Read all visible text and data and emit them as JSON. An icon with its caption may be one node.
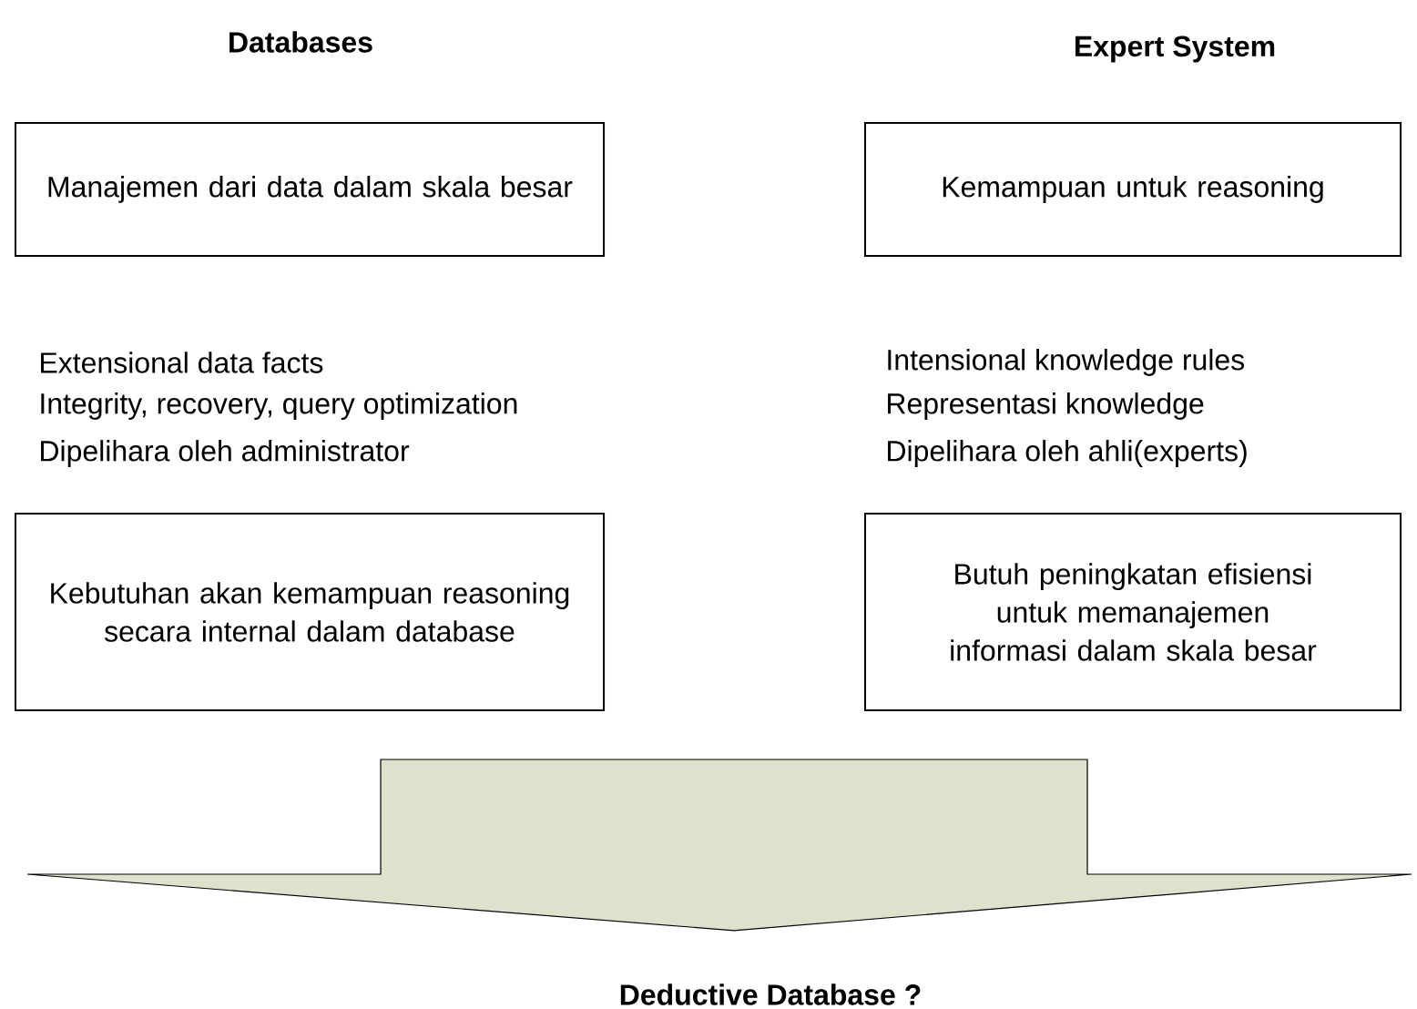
{
  "diagram": {
    "nodes": [
      {
        "text": [
          "Manajemen dari data dalam skala besar"
        ]
      },
      {
        "text": [
          "Kemampuan untuk reasoning"
        ]
      },
      {
        "text": [
          "Kebutuhan akan kemampuan reasoning secara internal dalam database"
        ]
      },
      {
        "text": [
          "Butuh peningkatan efisiensi untuk memanajemen informasi dalam skala besar"
        ]
      },
      {
        "text": [
          "Deductive Database ?"
        ]
      }
    ],
    "edges": [
      {
        "from": null,
        "to": 4,
        "arrow": "to"
      }
    ],
    "labels": [
      "Databases",
      "Expert System",
      "Extensional data facts",
      "Integrity, recovery, query optimization",
      "Dipelihara oleh administrator",
      "Intensional knowledge rules",
      "Representasi knowledge",
      "Dipelihara oleh ahli(experts)"
    ]
  }
}
